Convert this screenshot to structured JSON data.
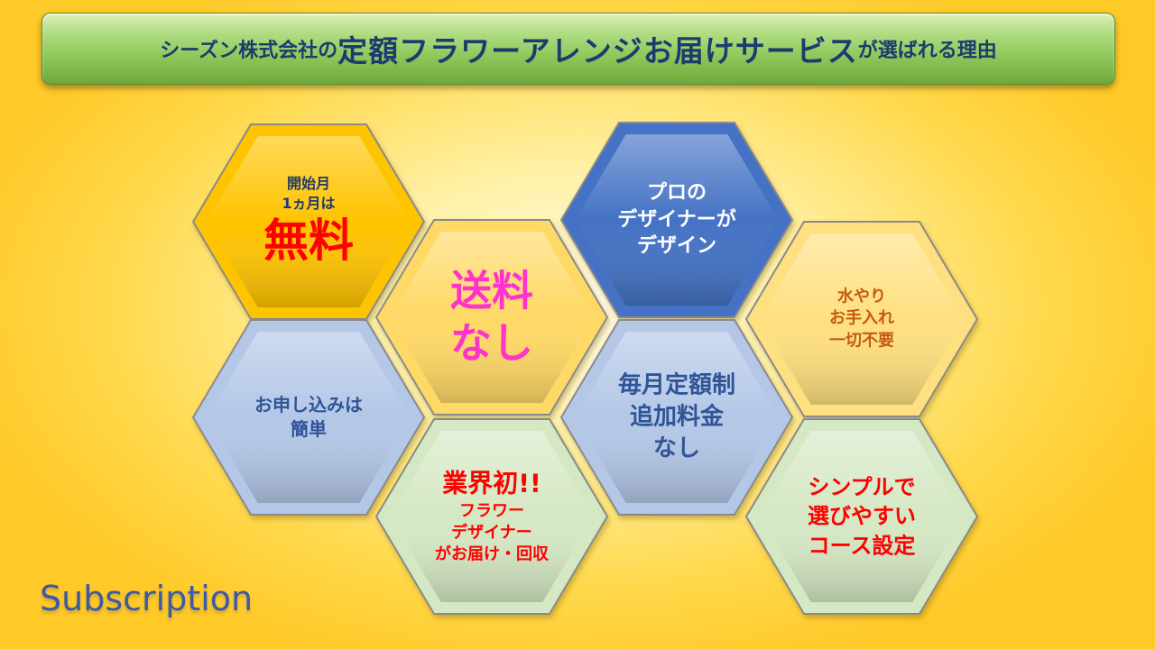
{
  "title": {
    "part1": "シーズン株式会社の",
    "part2": "定額フラワーアレンジお届けサービス",
    "part3": "が選ばれる理由"
  },
  "hexes": [
    {
      "id": "free-first-month",
      "fill": "#ffc400",
      "lines": [
        "開始月",
        "1ヵ月は",
        "無料"
      ],
      "colors": [
        "#1f3a6e",
        "#1f3a6e",
        "#ff0000"
      ]
    },
    {
      "id": "no-shipping",
      "fill": "#ffd966",
      "lines": [
        "送料",
        "なし"
      ],
      "colors": [
        "#ff33cc",
        "#ff33cc"
      ]
    },
    {
      "id": "pro-designer",
      "fill": "#4472c4",
      "lines": [
        "プロの",
        "デザイナーが",
        "デザイン"
      ],
      "colors": [
        "#ffffff",
        "#ffffff",
        "#ffffff"
      ]
    },
    {
      "id": "no-care",
      "fill": "#ffe080",
      "lines": [
        "水やり",
        "お手入れ",
        "一切不要"
      ],
      "colors": [
        "#c55a11",
        "#c55a11",
        "#c55a11"
      ]
    },
    {
      "id": "easy-apply",
      "fill": "#b4c7e7",
      "lines": [
        "お申し込みは",
        "簡単"
      ],
      "colors": [
        "#2f5597",
        "#2f5597"
      ]
    },
    {
      "id": "industry-first",
      "fill": "#d5e8c4",
      "lines": [
        "業界初!!",
        "フラワー",
        "デザイナー",
        "がお届け・回収"
      ],
      "colors": [
        "#ff0000",
        "#ff0000",
        "#ff0000",
        "#ff0000"
      ]
    },
    {
      "id": "flat-rate",
      "fill": "#b4c7e7",
      "lines": [
        "毎月定額制",
        "追加料金",
        "なし"
      ],
      "colors": [
        "#2f5597",
        "#2f5597",
        "#2f5597"
      ]
    },
    {
      "id": "simple-course",
      "fill": "#d5e8c4",
      "lines": [
        "シンプルで",
        "選びやすい",
        "コース設定"
      ],
      "colors": [
        "#ff0000",
        "#ff0000",
        "#ff0000"
      ]
    }
  ],
  "footer_label": "Subscription"
}
